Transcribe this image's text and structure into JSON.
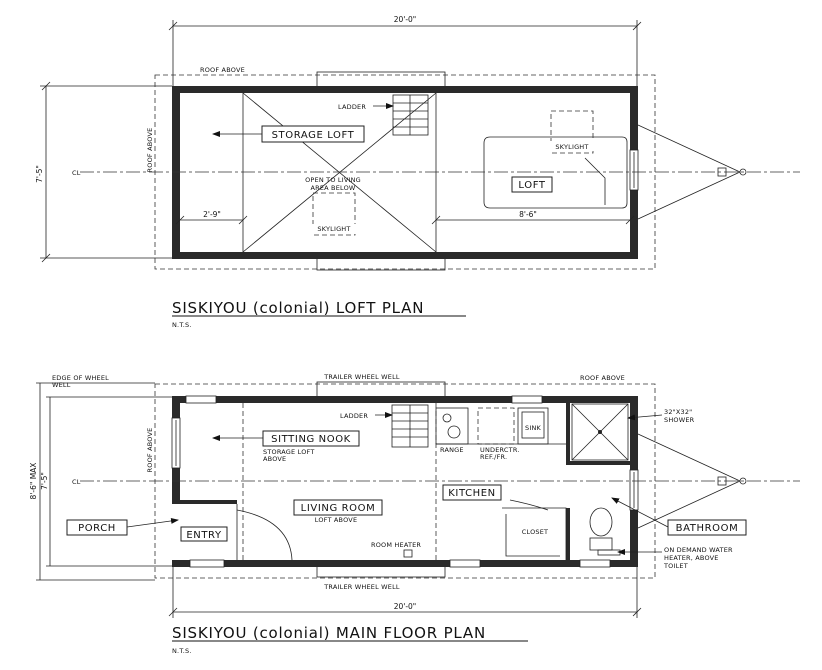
{
  "loft_plan": {
    "title": "SISKIYOU (colonial) LOFT PLAN",
    "scale_note": "N.T.S.",
    "overall_dim": "20'-0\"",
    "width_dim": "7'-5\"",
    "roof_above_top": "ROOF ABOVE",
    "roof_above_side": "ROOF ABOVE",
    "centerline": "CL",
    "labels": {
      "ladder": "LADDER",
      "storage_loft": "STORAGE LOFT",
      "open_to_living_1": "OPEN TO LIVING",
      "open_to_living_2": "AREA BELOW",
      "skylight_left": "SKYLIGHT",
      "skylight_right": "SKYLIGHT",
      "loft": "LOFT",
      "dim_left": "2'-9\"",
      "dim_right": "8'-6\""
    }
  },
  "main_floor_plan": {
    "title": "SISKIYOU (colonial) MAIN FLOOR PLAN",
    "scale_note": "N.T.S.",
    "overall_dim": "20'-0\"",
    "width_dim_max": "8'-6\" MAX",
    "width_dim": "7'-5\"",
    "edge_of_wheel_well_1": "EDGE OF WHEEL",
    "edge_of_wheel_well_2": "WELL",
    "trailer_wheel_well_top": "TRAILER WHEEL WELL",
    "trailer_wheel_well_bottom": "TRAILER WHEEL WELL",
    "roof_above_top": "ROOF ABOVE",
    "roof_above_side": "ROOF ABOVE",
    "centerline": "CL",
    "labels": {
      "ladder": "LADDER",
      "sitting_nook": "SITTING NOOK",
      "storage_loft_above_1": "STORAGE LOFT",
      "storage_loft_above_2": "ABOVE",
      "range": "RANGE",
      "undercntr_1": "UNDERCTR.",
      "undercntr_2": "REF./FR.",
      "sink": "SINK",
      "shower_1": "32\"X32\"",
      "shower_2": "SHOWER",
      "living_room": "LIVING ROOM",
      "loft_above": "LOFT ABOVE",
      "kitchen": "KITCHEN",
      "closet": "CLOSET",
      "porch": "PORCH",
      "entry": "ENTRY",
      "room_heater": "ROOM HEATER",
      "bathroom": "BATHROOM",
      "water_heater_1": "ON DEMAND WATER",
      "water_heater_2": "HEATER, ABOVE",
      "water_heater_3": "TOILET"
    }
  }
}
